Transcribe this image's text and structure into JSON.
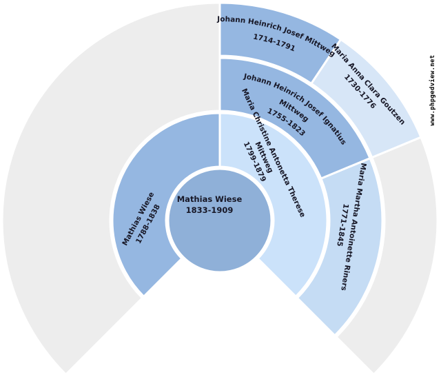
{
  "chart": {
    "type": "genealogy-fan-chart",
    "generations_shown": 4
  },
  "persons": {
    "center": {
      "name": "Mathias Wiese",
      "dates": "1833-1909"
    },
    "father": {
      "name": "Mathias Wiese",
      "dates": "1788-1838"
    },
    "mother": {
      "name": "Maria Christine Antonetta Therese",
      "surname": "Mittweg",
      "dates": "1799-1879"
    },
    "maternal_grandfather": {
      "name": "Johann Heinrich Josef Ignatius",
      "surname": "Mittweg",
      "dates": "1755-1823"
    },
    "maternal_grandmother": {
      "name": "Maria Martha Antoinette Riners",
      "dates": "1771-1845"
    },
    "great_grandfather": {
      "name": "Johann Heinrich Josef Mittweg",
      "dates": "1714-1791"
    },
    "great_grandmother": {
      "name": "Maria Anna Clara Goutzen",
      "dates": "1730-1776"
    }
  },
  "watermark": {
    "text": "www.phpgedview.net"
  },
  "colors": {
    "male_segment": "#95b7e1",
    "center_circle": "#8fb0d8",
    "mother_segment": "#cbe2fa",
    "grandmother_segment": "#c5dcf4",
    "great_grandmother_segment": "#d7e6f7",
    "unknown_segment": "#ededed",
    "separator": "#ffffff",
    "label_text": "#171726",
    "watermark_text": "#000000"
  }
}
